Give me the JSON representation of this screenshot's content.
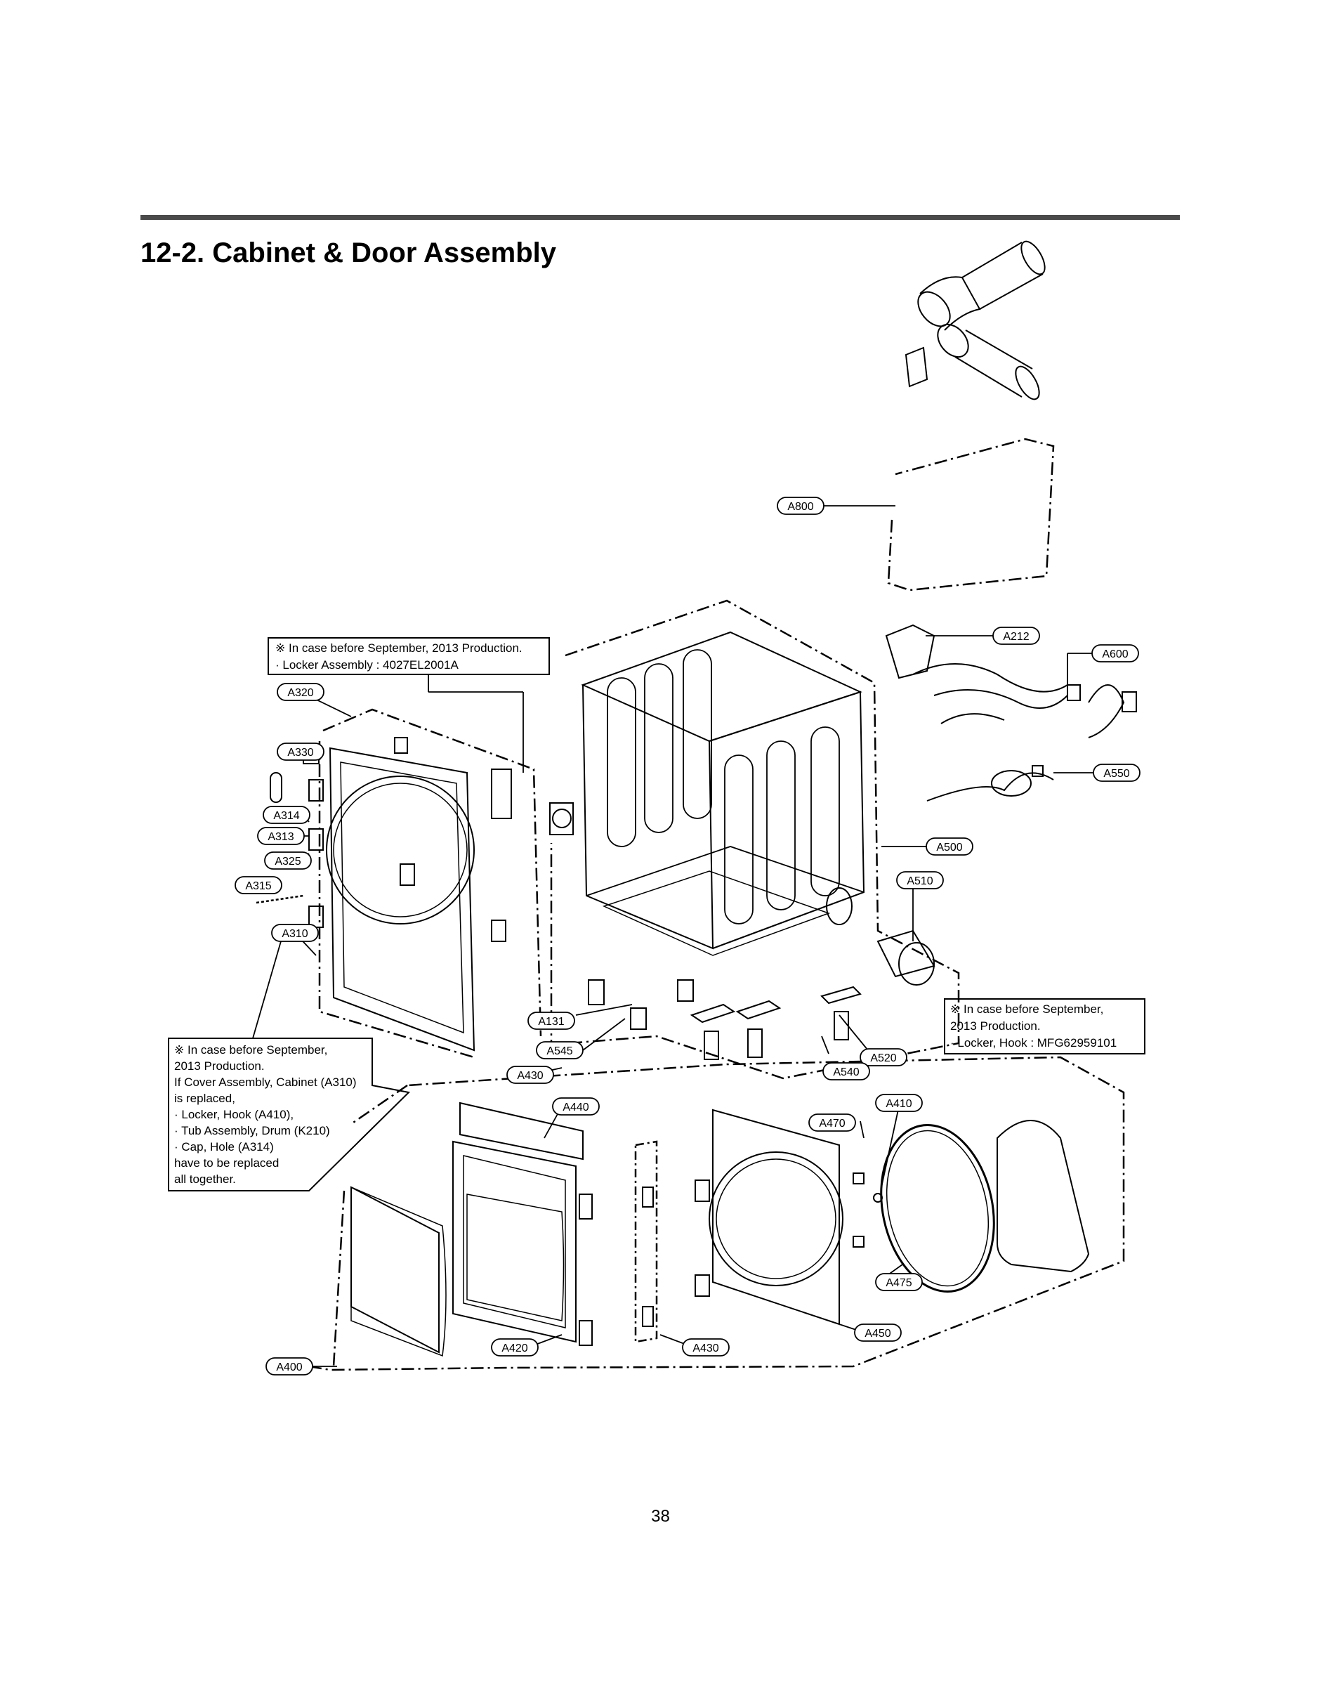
{
  "header": {
    "title": "12-2. Cabinet & Door Assembly"
  },
  "notes": {
    "locker_assembly": {
      "line1": "※ In case before September, 2013 Production.",
      "line2": "· Locker Assembly : 4027EL2001A"
    },
    "locker_hook": {
      "line1": "※ In case before September,",
      "line2": "2013 Production.",
      "line3": "· Locker, Hook : MFG62959101"
    },
    "cover_assembly": {
      "line1": "※ In case before September,",
      "line2": "2013 Production.",
      "line3": "If Cover Assembly, Cabinet (A310)",
      "line4": "is replaced,",
      "line5": "· Locker, Hook (A410),",
      "line6": "· Tub Assembly, Drum (K210)",
      "line7": "· Cap, Hole (A314)",
      "line8": "have to be replaced",
      "line9": "all together."
    }
  },
  "labels": {
    "a800": "A800",
    "a212": "A212",
    "a600": "A600",
    "a550": "A550",
    "a500": "A500",
    "a510": "A510",
    "a320": "A320",
    "a330": "A330",
    "a314": "A314",
    "a313": "A313",
    "a325": "A325",
    "a315": "A315",
    "a310": "A310",
    "a131": "A131",
    "a545": "A545",
    "a430_top": "A430",
    "a520": "A520",
    "a540": "A540",
    "a410": "A410",
    "a440": "A440",
    "a470": "A470",
    "a475": "A475",
    "a450": "A450",
    "a430_bottom": "A430",
    "a420": "A420",
    "a400": "A400"
  },
  "footer": {
    "page_number": "38"
  },
  "colors": {
    "line": "#000000",
    "rule": "#4a4a4a",
    "background": "#ffffff"
  }
}
